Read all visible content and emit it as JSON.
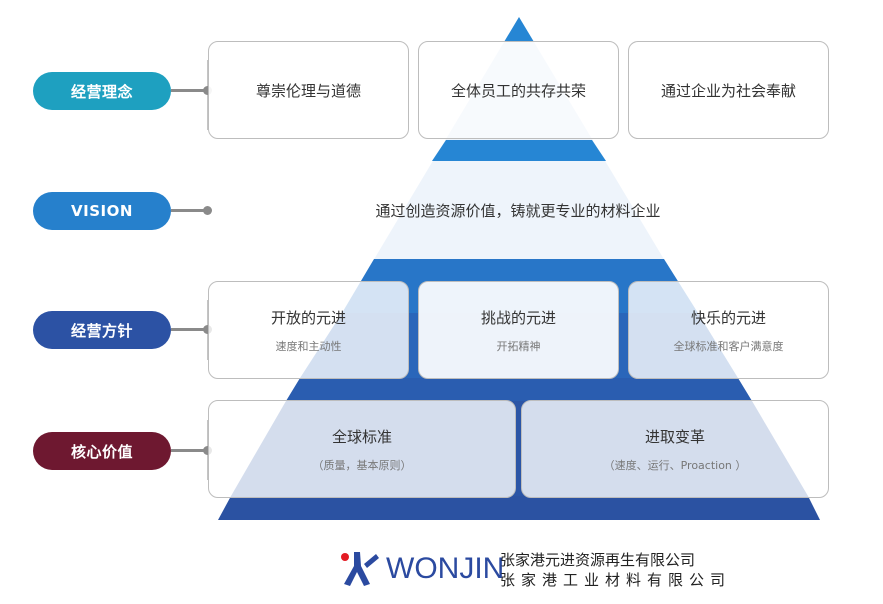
{
  "colors": {
    "apex_blue": "#2686d4",
    "mid_blue": "#2876c8",
    "deep_blue": "#2a5db0",
    "base_blue": "#2b52a2",
    "pyramid_light": "#eef4fb",
    "pill_teal": "#1ea0c0",
    "pill_blue": "#2680cc",
    "pill_navy": "#2c52a4",
    "pill_maroon": "#6e1830",
    "logo_red": "#e31b23",
    "logo_blue": "#2b4aa0"
  },
  "rows": [
    {
      "pill": {
        "label": "经营理念",
        "icon": "none"
      },
      "cards": [
        {
          "title": "尊崇伦理与道德"
        },
        {
          "title": "全体员工的共存共荣"
        },
        {
          "title": "通过企业为社会奉献"
        }
      ]
    },
    {
      "pill": {
        "label": "VISION"
      },
      "statement": "通过创造资源价值，铸就更专业的材料企业"
    },
    {
      "pill": {
        "label": "经营方针"
      },
      "cards": [
        {
          "title": "开放的元进",
          "subtitle": "速度和主动性"
        },
        {
          "title": "挑战的元进",
          "subtitle": "开拓精神"
        },
        {
          "title": "快乐的元进",
          "subtitle": "全球标准和客户满意度"
        }
      ]
    },
    {
      "pill": {
        "label": "核心价值"
      },
      "cards": [
        {
          "title": "全球标准",
          "subtitle": "（质量，基本原则）"
        },
        {
          "title": "进取变革",
          "subtitle": "（速度、运行、Proaction ）"
        }
      ]
    }
  ],
  "footer": {
    "logo_icon": "wonjin-logo-icon",
    "logo_text": "WONJIN",
    "company_line1": "张家港元进资源再生有限公司",
    "company_line2": "张家港工业材料有限公司"
  }
}
